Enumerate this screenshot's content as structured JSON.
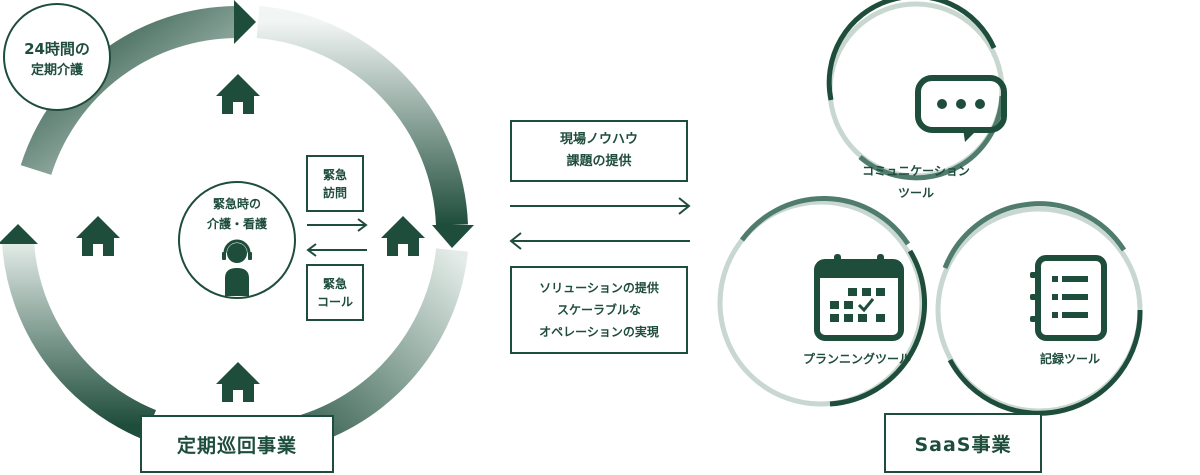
{
  "left": {
    "top_badge": {
      "line1": "24時間の",
      "line2": "定期介護"
    },
    "center": {
      "line1": "緊急時の",
      "line2": "介護・看護"
    },
    "visit_box": {
      "line1": "緊急",
      "line2": "訪問"
    },
    "call_box": {
      "line1": "緊急",
      "line2": "コール"
    },
    "title": "定期巡回事業",
    "icons": [
      "house-icon",
      "house-icon",
      "house-icon",
      "house-icon",
      "operator-icon"
    ]
  },
  "middle": {
    "top_box": {
      "line1": "現場ノウハウ",
      "line2": "課題の提供"
    },
    "bottom_box": {
      "line1": "ソリューションの提供",
      "line2": "スケーラブルな",
      "line3": "オペレーションの実現"
    }
  },
  "right": {
    "communication": {
      "line1": "コミュニケーション",
      "line2": "ツール",
      "icon": "chat-bubble-icon"
    },
    "planning": {
      "label": "プランニングツール",
      "icon": "calendar-icon"
    },
    "record": {
      "label": "記録ツール",
      "icon": "notebook-icon"
    },
    "title": "SaaS事業"
  },
  "colors": {
    "primary": "#1f4d3c",
    "mid": "#4f7c6c",
    "light": "#c8d8d1"
  }
}
